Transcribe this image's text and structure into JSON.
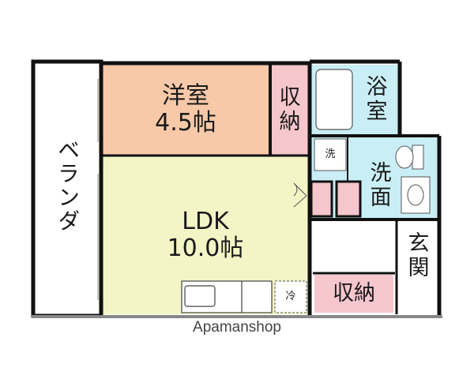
{
  "colors": {
    "wall": "#111111",
    "western_room": "#f7c9a8",
    "storage": "#f6c6cd",
    "ldk": "#f3f5c6",
    "wet_area": "#c9eef6",
    "plain": "#ffffff"
  },
  "rooms": {
    "veranda": "ベランダ",
    "western_room": {
      "name": "洋室",
      "size": "4.5帖"
    },
    "storage_upper": {
      "line1": "収",
      "line2": "納"
    },
    "bath": {
      "line1": "浴",
      "line2": "室"
    },
    "washer": "洗",
    "washroom": {
      "line1": "洗",
      "line2": "面"
    },
    "ldk": {
      "name": "LDK",
      "size": "10.0帖"
    },
    "entrance": {
      "line1": "玄",
      "line2": "関"
    },
    "storage_lower": "収納",
    "fridge": "冷"
  },
  "brand": "Apamanshop"
}
